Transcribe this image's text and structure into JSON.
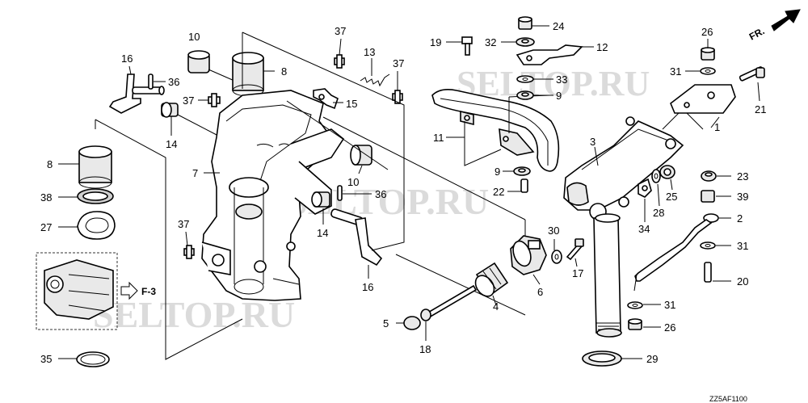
{
  "watermarks": [
    "SELTOP.RU",
    "SELTOP.RU",
    "SELTOP.RU"
  ],
  "direction_label": "FR.",
  "ref_label": "F-3",
  "diagram_code": "ZZ5AF1100",
  "callouts": [
    "1",
    "2",
    "3",
    "4",
    "5",
    "6",
    "7",
    "8",
    "8",
    "9",
    "9",
    "10",
    "10",
    "11",
    "12",
    "13",
    "14",
    "14",
    "15",
    "16",
    "16",
    "17",
    "18",
    "19",
    "20",
    "21",
    "22",
    "23",
    "24",
    "25",
    "26",
    "26",
    "27",
    "28",
    "29",
    "30",
    "31",
    "31",
    "31",
    "32",
    "33",
    "34",
    "35",
    "36",
    "36",
    "37",
    "37",
    "37",
    "37",
    "38",
    "39"
  ]
}
